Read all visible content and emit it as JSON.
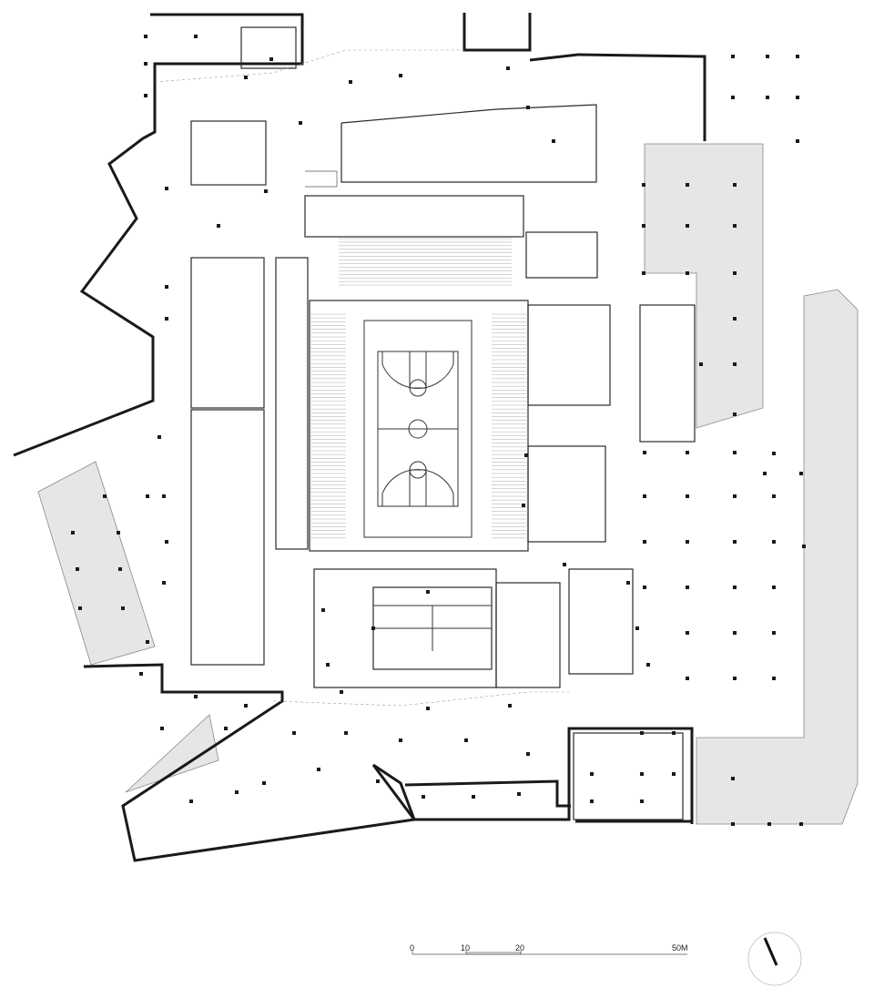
{
  "scale_bar": {
    "labels": [
      "0",
      "10",
      "20",
      "50M"
    ]
  },
  "north_arrow": {
    "icon": "north-arrow-icon"
  },
  "colors": {
    "wall": "#1a1a1a",
    "hatch": "#e6e6e6",
    "background": "#ffffff"
  }
}
